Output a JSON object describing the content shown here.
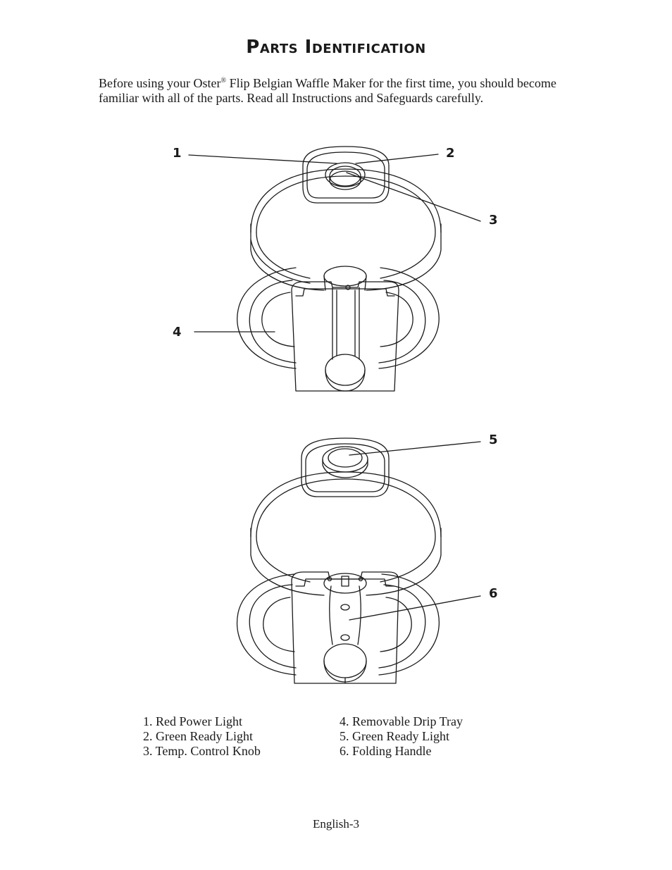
{
  "title": {
    "first_letter_1": "P",
    "rest_1": "arts",
    "first_letter_2": "I",
    "rest_2": "dentification"
  },
  "intro": {
    "before_brand": "Before using your Oster",
    "registered": "®",
    "after_brand": " Flip Belgian Waffle Maker for the first time, you should become familiar with all of the parts. Read all Instructions and Safeguards carefully."
  },
  "callouts": [
    "1",
    "2",
    "3",
    "4",
    "5",
    "6"
  ],
  "parts_left": [
    "1. Red Power Light",
    "2. Green Ready Light",
    "3. Temp. Control Knob"
  ],
  "parts_right": [
    "4. Removable Drip Tray",
    "5. Green Ready Light",
    "6. Folding Handle"
  ],
  "footer": "English-3"
}
